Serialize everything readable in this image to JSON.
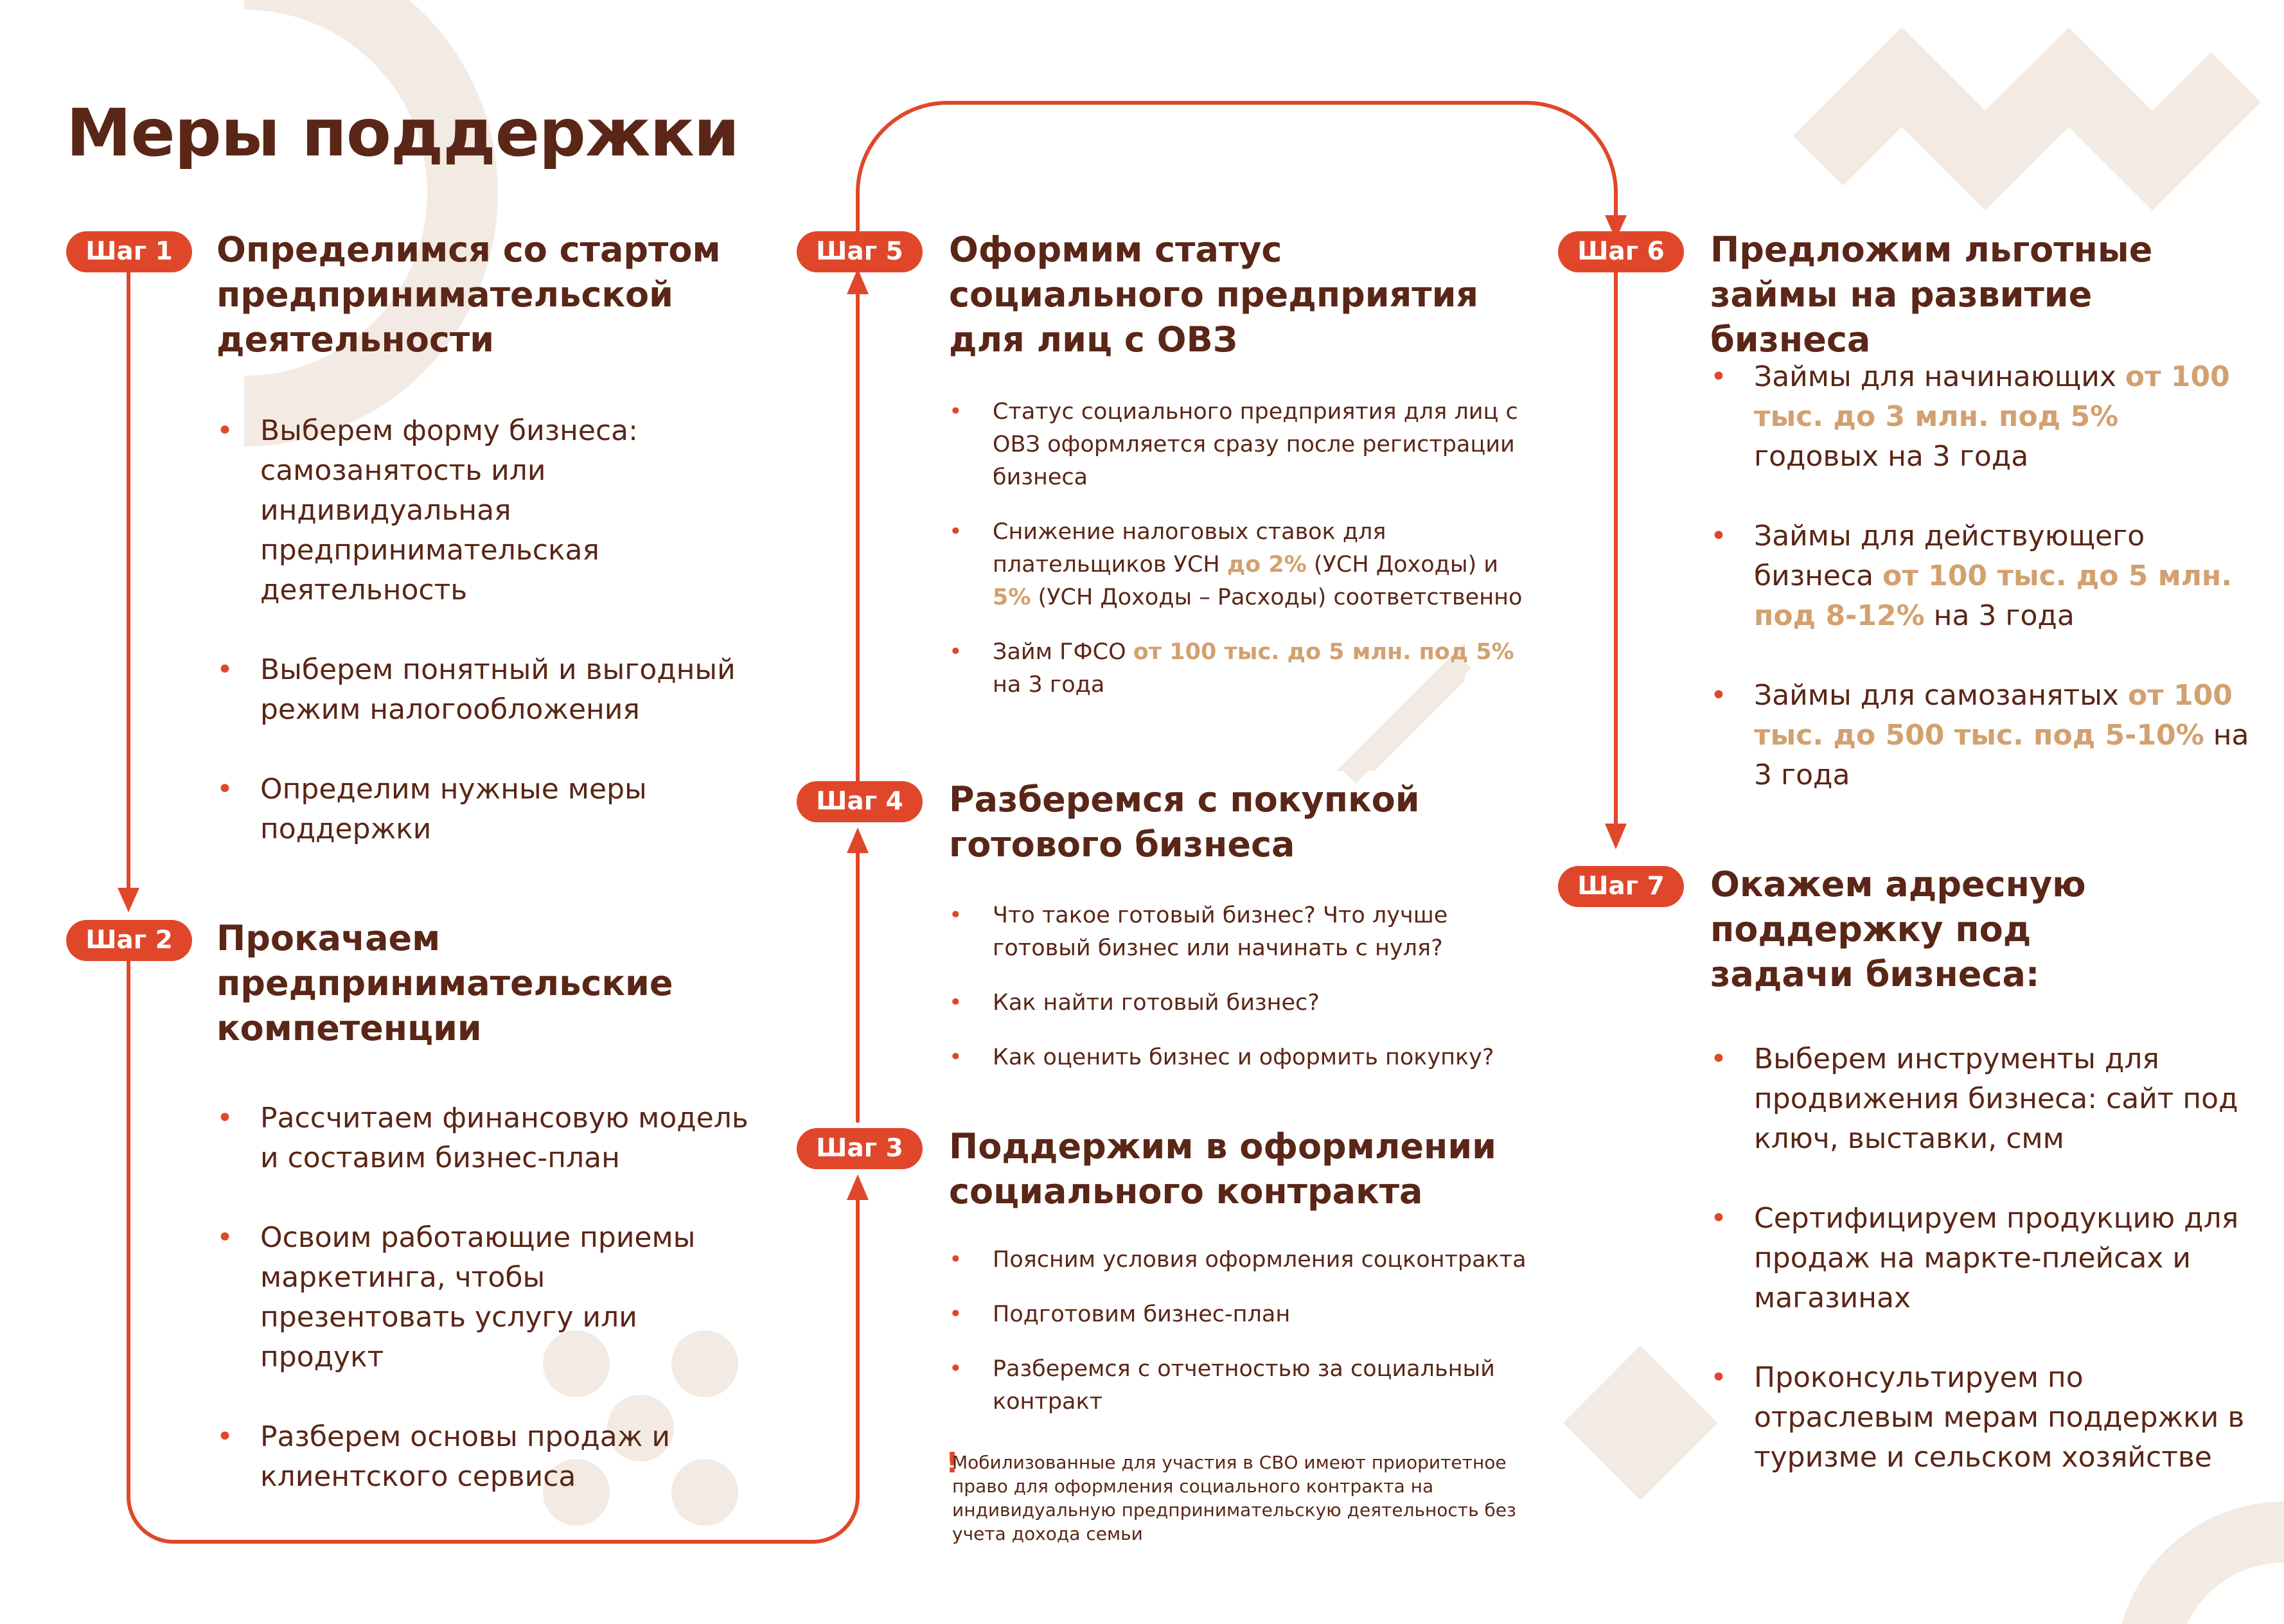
{
  "title": "Меры поддержки",
  "colors": {
    "accent": "#e0472a",
    "heading": "#5a2617",
    "highlight": "#d2a16f",
    "decor": "#f3ebe3"
  },
  "steps": [
    {
      "badge": "Шаг 1",
      "heading": "Определимся со стартом предпринимательской деятельности",
      "items": [
        "Выберем форму бизнеса: самозанятость или индивидуальная предпринимательская деятельность",
        "Выберем понятный и выгодный режим налогообложения",
        "Определим нужные меры поддержки"
      ]
    },
    {
      "badge": "Шаг 2",
      "heading": "Прокачаем предпринимательские компетенции",
      "items": [
        "Рассчитаем  финансовую модель и составим бизнес-план",
        "Освоим работающие приемы маркетинга, чтобы презентовать услугу или продукт",
        "Разберем основы продаж и клиентского сервиса"
      ]
    },
    {
      "badge": "Шаг 3",
      "heading": "Поддержим в оформлении социального контракта",
      "items": [
        "Поясним условия оформления соцконтракта",
        "Подготовим бизнес-план",
        "Разберемся с отчетностью за социальный контракт"
      ],
      "note": "Мобилизованные для участия в СВО имеют приоритетное право для оформления социального контракта на индивидуальную предпринимательскую деятельность без учета дохода семьи"
    },
    {
      "badge": "Шаг 4",
      "heading": "Разберемся с покупкой готового бизнеса",
      "items": [
        "Что такое готовый бизнес? Что лучше готовый бизнес или начинать с нуля?",
        "Как найти готовый бизнес?",
        "Как оценить бизнес и оформить покупку?"
      ]
    },
    {
      "badge": "Шаг 5",
      "heading": "Оформим статус социального предприятия для лиц с ОВЗ",
      "items": [
        [
          {
            "t": "Статус социального предприятия для лиц с ОВЗ оформляется сразу после регистрации бизнеса"
          }
        ],
        [
          {
            "t": "Снижение налоговых ставок для плательщиков УСН "
          },
          {
            "t": "до 2%",
            "hl": true
          },
          {
            "t": " (УСН Доходы) и "
          },
          {
            "t": "5%",
            "hl": true
          },
          {
            "t": " (УСН Доходы – Расходы) соответственно"
          }
        ],
        [
          {
            "t": "Займ ГФСО "
          },
          {
            "t": "от 100 тыс. до 5 млн. под 5%",
            "hl": true
          },
          {
            "t": " на 3 года"
          }
        ]
      ]
    },
    {
      "badge": "Шаг 6",
      "heading": "Предложим льготные займы на развитие бизнеса",
      "items": [
        [
          {
            "t": "Займы для начинающих "
          },
          {
            "t": "от 100 тыс. до 3 млн. под 5%",
            "hl": true
          },
          {
            "t": " годовых на 3 года"
          }
        ],
        [
          {
            "t": "Займы для действующего бизнеса "
          },
          {
            "t": "от 100 тыс. до 5 млн. под 8-12%",
            "hl": true
          },
          {
            "t": " на 3 года"
          }
        ],
        [
          {
            "t": "Займы для самозанятых "
          },
          {
            "t": "от 100 тыс. до 500 тыс. под 5-10%",
            "hl": true
          },
          {
            "t": " на 3 года"
          }
        ]
      ]
    },
    {
      "badge": "Шаг 7",
      "heading": "Окажем адресную поддержку под задачи бизнеса:",
      "items": [
        "Выберем инструменты для продвижения бизнеса: сайт под ключ, выставки, смм",
        "Сертифицируем продукцию для продаж на маркте-плейсах и магазинах",
        "Проконсультируем по отраслевым мерам поддержки в туризме и сельском хозяйстве"
      ]
    }
  ]
}
